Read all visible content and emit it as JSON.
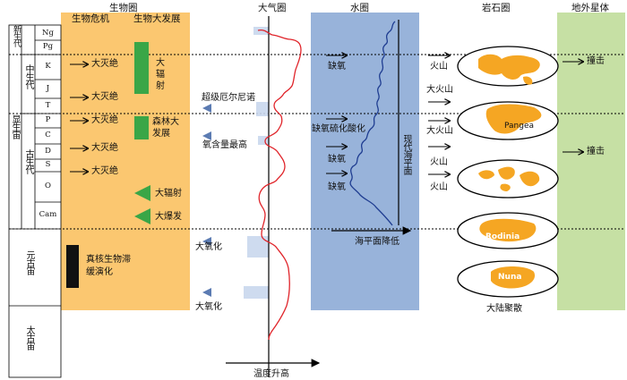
{
  "columns": {
    "biosphere": "生物圈",
    "atmosphere": "大气圈",
    "hydrosphere": "水圈",
    "lithosphere": "岩石圈",
    "extraterrestrial": "地外星体"
  },
  "bio_subheaders": {
    "crisis": "生物危机",
    "radiation": "生物大发展"
  },
  "eons": {
    "phanerozoic": "显生宙",
    "proterozoic": "元古宙",
    "archean": "太古宙"
  },
  "eras": {
    "cenozoic": "新生代",
    "mesozoic": "中生代",
    "paleozoic": "古生代"
  },
  "periods": [
    "Ng",
    "Pg",
    "K",
    "J",
    "T",
    "P",
    "C",
    "D",
    "S",
    "O",
    "Cam"
  ],
  "extinctions": [
    "大灭绝",
    "大灭绝",
    "大灭绝",
    "大灭绝",
    "大灭绝"
  ],
  "bio_events": {
    "mesozoic_radiation": "大辐射",
    "forest": "森林大发展",
    "ordovician_radiation": "大辐射",
    "cambrian_explosion": "大爆发",
    "eukaryote": "真核生物滞缓演化"
  },
  "atmo_events": {
    "super_el_nino": "超级厄尔尼诺",
    "oxygen_high": "氧含量最高",
    "oxidation_1": "大氧化",
    "oxidation_2": "大氧化",
    "temp_axis": "温度升高"
  },
  "hydro_events": {
    "anoxia_1": "缺氧",
    "anoxia_sulfide": "缺氧硫化酸化",
    "anoxia_2": "缺氧",
    "anoxia_3": "缺氧",
    "modern_sea_level": "现代海平面",
    "sea_level_axis": "海平面降低"
  },
  "litho_events": {
    "volcano_1": "火山",
    "volcano_big": "大火山",
    "volcano_big_2": "大火山",
    "volcano_2": "火山",
    "volcano_3": "火山",
    "pangea": "Pangea",
    "rodinia": "Rodinia",
    "nuna": "Nuna",
    "dispersal": "大陆聚散"
  },
  "impacts": [
    "撞击",
    "撞击"
  ],
  "colors": {
    "bio": "#fbc770",
    "hydro": "#98b3da",
    "extra": "#c6e0a4",
    "green": "#3aa647",
    "continent": "#f5a623",
    "temp_curve": "#e0242a",
    "sea_curve": "#1f3d91",
    "blue_marker": "#5b7bb2"
  }
}
